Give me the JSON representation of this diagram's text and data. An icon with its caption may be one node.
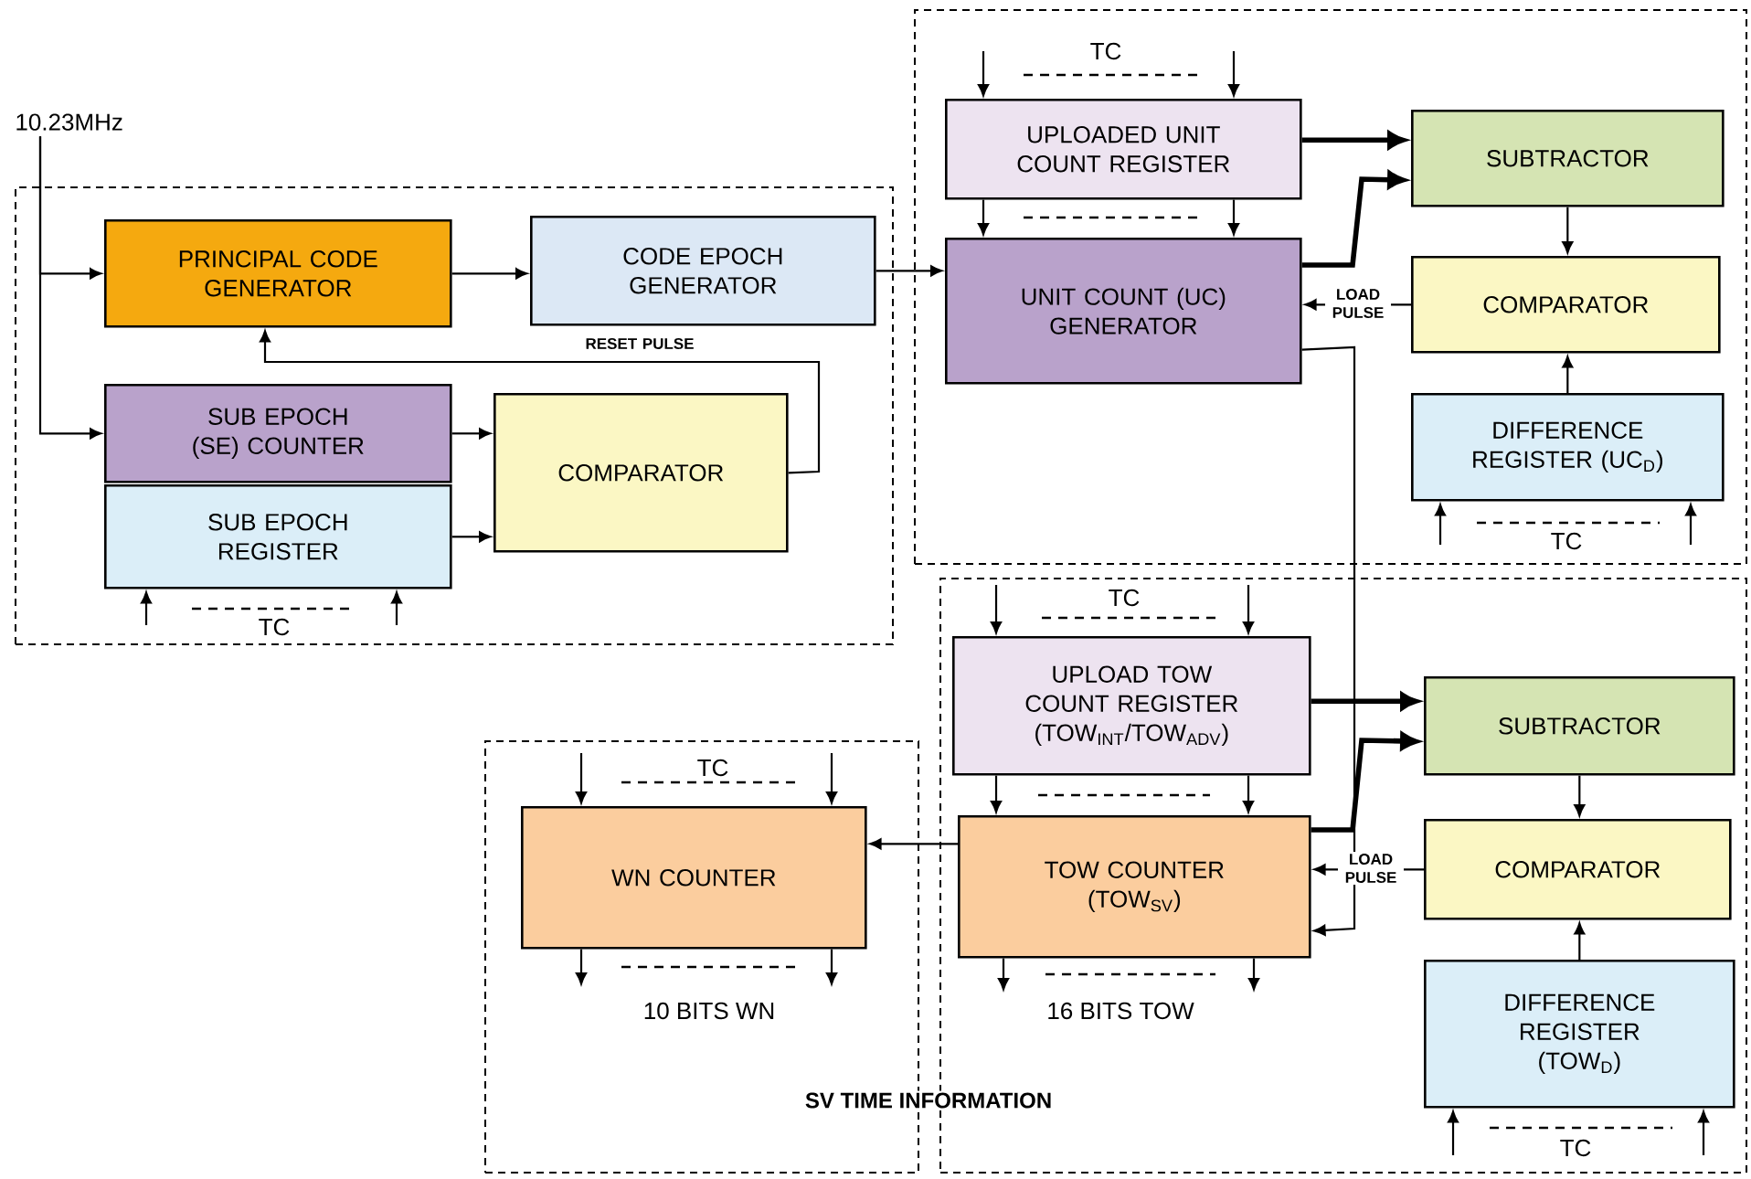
{
  "diagram": {
    "nodes": [
      {
        "text": [
          "10.23MHz"
        ]
      },
      {
        "text": [],
        "shape": "box"
      },
      {
        "text": [
          "PRINCIPAL CODE GENERATOR"
        ],
        "in": 1
      },
      {
        "text": [
          "CODE EPOCH GENERATOR"
        ],
        "in": 1
      },
      {
        "text": [
          "SUB EPOCH (SE) COUNTER"
        ],
        "in": 1
      },
      {
        "text": [
          "SUB EPOCH REGISTER"
        ],
        "in": 1,
        "beside": [
          "TC"
        ]
      },
      {
        "text": [
          "COMPARATOR"
        ],
        "in": 1
      },
      {
        "text": [],
        "shape": "box"
      },
      {
        "text": [
          "UPLOADED UNIT COUNT REGISTER"
        ],
        "in": 7,
        "beside": [
          "TC"
        ]
      },
      {
        "text": [
          "UNIT COUNT (UC) GENERATOR"
        ],
        "in": 7
      },
      {
        "text": [
          "SUBTRACTOR"
        ],
        "in": 7
      },
      {
        "text": [
          "COMPARATOR"
        ],
        "in": 7
      },
      {
        "text": [
          "DIFFERENCE REGISTER (UC$_{D}$)"
        ],
        "in": 7,
        "beside": [
          "TC"
        ]
      },
      {
        "text": [],
        "shape": "box"
      },
      {
        "text": [
          "UPLOAD TOW COUNT REGISTER (TOW$_{INT}$/TOW$_{ADV}$)"
        ],
        "in": 13,
        "beside": [
          "TC"
        ]
      },
      {
        "text": [
          "TOW COUNTER (TOW$_{SV}$)"
        ],
        "in": 13,
        "beside": [
          "16 BITS TOW"
        ]
      },
      {
        "text": [
          "SUBTRACTOR"
        ],
        "in": 13
      },
      {
        "text": [
          "COMPARATOR"
        ],
        "in": 13
      },
      {
        "text": [
          "DIFFERENCE REGISTER (TOW$_{D}$)"
        ],
        "in": 13,
        "beside": [
          "TC"
        ]
      },
      {
        "text": [],
        "shape": "box"
      },
      {
        "text": [
          "WN COUNTER"
        ],
        "in": 19,
        "beside": [
          "TC",
          "10 BITS WN"
        ]
      }
    ],
    "edges": [
      {
        "from": 0,
        "to": 2,
        "arrow": "to"
      },
      {
        "from": 0,
        "to": 4,
        "arrow": "to"
      },
      {
        "from": 2,
        "to": 3,
        "arrow": "to"
      },
      {
        "from": 3,
        "to": 9,
        "arrow": "to"
      },
      {
        "from": 4,
        "to": 6,
        "arrow": "to"
      },
      {
        "from": 5,
        "to": 6,
        "arrow": "to"
      },
      {
        "from": 6,
        "to": 2,
        "arrow": "to",
        "label": "RESET PULSE"
      },
      {
        "from": null,
        "to": 5,
        "arrow": "to"
      },
      {
        "from": null,
        "to": 5,
        "arrow": "to"
      },
      {
        "from": null,
        "to": 8,
        "arrow": "to"
      },
      {
        "from": null,
        "to": 8,
        "arrow": "to"
      },
      {
        "from": 8,
        "to": 9,
        "arrow": "to"
      },
      {
        "from": 8,
        "to": 9,
        "arrow": "to"
      },
      {
        "from": 8,
        "to": 10,
        "arrow": "to",
        "style": "thick"
      },
      {
        "from": 9,
        "to": 10,
        "arrow": "to",
        "style": "thick"
      },
      {
        "from": 10,
        "to": 11,
        "arrow": "to"
      },
      {
        "from": 11,
        "to": 9,
        "arrow": "to",
        "label": "LOAD PULSE"
      },
      {
        "from": 12,
        "to": 11,
        "arrow": "to"
      },
      {
        "from": null,
        "to": 12,
        "arrow": "to"
      },
      {
        "from": null,
        "to": 12,
        "arrow": "to"
      },
      {
        "from": 9,
        "to": 15,
        "arrow": "to"
      },
      {
        "from": null,
        "to": 14,
        "arrow": "to"
      },
      {
        "from": null,
        "to": 14,
        "arrow": "to"
      },
      {
        "from": 14,
        "to": 15,
        "arrow": "to"
      },
      {
        "from": 14,
        "to": 15,
        "arrow": "to"
      },
      {
        "from": 14,
        "to": 16,
        "arrow": "to",
        "style": "thick"
      },
      {
        "from": 15,
        "to": 16,
        "arrow": "to",
        "style": "thick"
      },
      {
        "from": 16,
        "to": 17,
        "arrow": "to"
      },
      {
        "from": 17,
        "to": 15,
        "arrow": "to",
        "label": "LOAD PULSE"
      },
      {
        "from": 18,
        "to": 17,
        "arrow": "to"
      },
      {
        "from": null,
        "to": 18,
        "arrow": "to"
      },
      {
        "from": null,
        "to": 18,
        "arrow": "to"
      },
      {
        "from": 15,
        "to": 20,
        "arrow": "to"
      },
      {
        "from": 20,
        "to": null,
        "arrow": "to"
      },
      {
        "from": 20,
        "to": null,
        "arrow": "to"
      },
      {
        "from": 15,
        "to": null,
        "arrow": "to"
      },
      {
        "from": 15,
        "to": null,
        "arrow": "to"
      },
      {
        "from": null,
        "to": 20,
        "arrow": "to"
      },
      {
        "from": null,
        "to": 20,
        "arrow": "to"
      }
    ],
    "labels": [
      "SV TIME INFORMATION"
    ]
  }
}
